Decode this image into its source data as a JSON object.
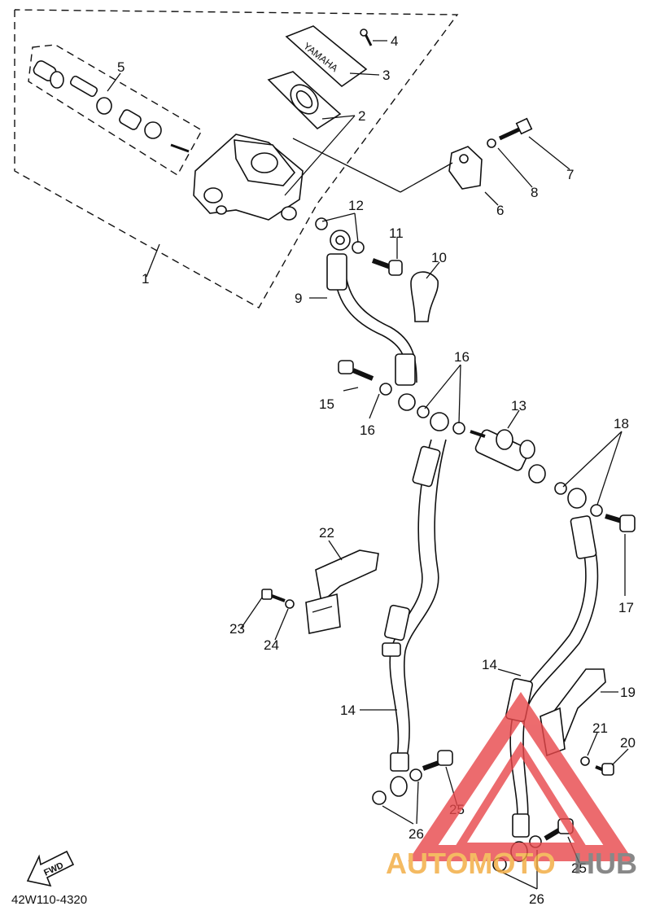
{
  "diagram": {
    "labels": [
      {
        "id": "l1",
        "text": "1"
      },
      {
        "id": "l2",
        "text": "2"
      },
      {
        "id": "l3",
        "text": "3"
      },
      {
        "id": "l4",
        "text": "4"
      },
      {
        "id": "l5",
        "text": "5"
      },
      {
        "id": "l6",
        "text": "6"
      },
      {
        "id": "l7",
        "text": "7"
      },
      {
        "id": "l8",
        "text": "8"
      },
      {
        "id": "l9",
        "text": "9"
      },
      {
        "id": "l10",
        "text": "10"
      },
      {
        "id": "l11",
        "text": "11"
      },
      {
        "id": "l12",
        "text": "12"
      },
      {
        "id": "l13",
        "text": "13"
      },
      {
        "id": "l14a",
        "text": "14"
      },
      {
        "id": "l14b",
        "text": "14"
      },
      {
        "id": "l15",
        "text": "15"
      },
      {
        "id": "l16a",
        "text": "16"
      },
      {
        "id": "l16b",
        "text": "16"
      },
      {
        "id": "l17",
        "text": "17"
      },
      {
        "id": "l18",
        "text": "18"
      },
      {
        "id": "l19",
        "text": "19"
      },
      {
        "id": "l20",
        "text": "20"
      },
      {
        "id": "l21",
        "text": "21"
      },
      {
        "id": "l22",
        "text": "22"
      },
      {
        "id": "l23",
        "text": "23"
      },
      {
        "id": "l24",
        "text": "24"
      },
      {
        "id": "l25a",
        "text": "25"
      },
      {
        "id": "l25b",
        "text": "25"
      },
      {
        "id": "l26a",
        "text": "26"
      },
      {
        "id": "l26b",
        "text": "26"
      }
    ],
    "reservoir_cap_text": "YAMAHA",
    "fwd_text": "FWD",
    "part_code": "42W110-4320"
  },
  "watermark": {
    "text_part1": "AUTOMOTO",
    "text_part2": "HUB",
    "color_orange": "#f2a93b",
    "color_gray": "#6b6b6b",
    "color_red": "#e8474a"
  }
}
